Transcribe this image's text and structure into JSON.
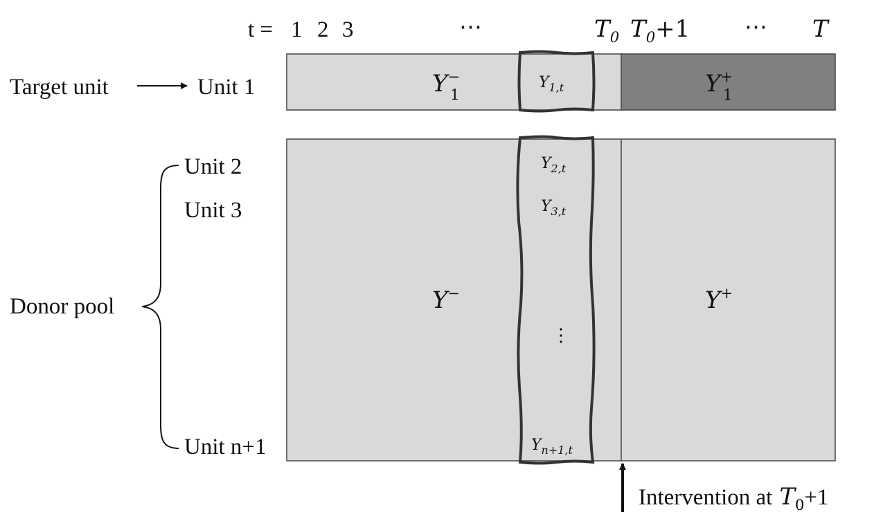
{
  "time_axis": {
    "prefix": "t =",
    "ticks": [
      "1",
      "2",
      "3",
      "⋯",
      "T",
      "0",
      "T",
      "0",
      "+1",
      "⋯",
      "T"
    ]
  },
  "target": {
    "label": "Target unit",
    "unit_label": "Unit 1",
    "pre_block": {
      "base": "Y",
      "sub": "1",
      "sup": "−"
    },
    "cell": {
      "base": "Y",
      "sub": "1,t"
    },
    "post_block": {
      "base": "Y",
      "sub": "1",
      "sup": "+"
    }
  },
  "donor": {
    "label": "Donor pool",
    "unit_labels": [
      "Unit 2",
      "Unit 3",
      "Unit n+1"
    ],
    "pre_block": {
      "base": "Y",
      "sup": "−"
    },
    "post_block": {
      "base": "Y",
      "sup": "+"
    },
    "cells": [
      {
        "base": "Y",
        "sub": "2,t"
      },
      {
        "base": "Y",
        "sub": "3,t"
      },
      {
        "base": "Y",
        "sub": "n+1,t"
      }
    ],
    "vdots": "⋮"
  },
  "intervention": {
    "label": "Intervention at",
    "base": "T",
    "sub": "0",
    "suffix": "+1"
  },
  "colors": {
    "block_fill": "#d9d9d9",
    "treated_fill": "#808080",
    "stroke": "#333333",
    "text": "#111111"
  }
}
